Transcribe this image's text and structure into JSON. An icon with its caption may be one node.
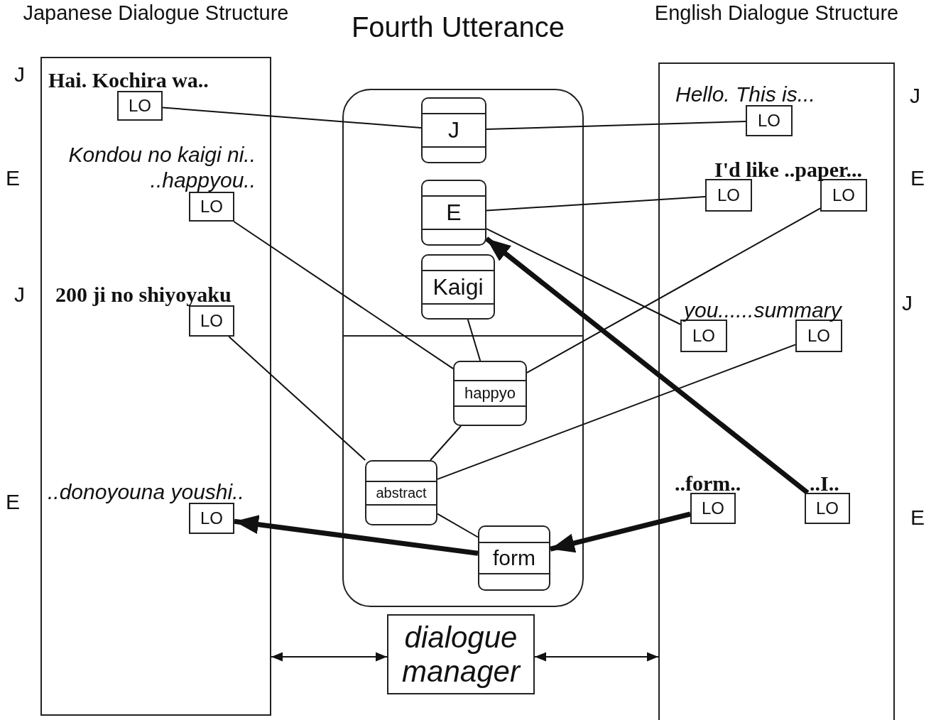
{
  "diagram": {
    "title": "Fourth Utterance",
    "nodes": [
      {
        "text": [
          "Japanese Dialogue Structure"
        ]
      },
      {
        "text": [
          "LO"
        ],
        "in": 0,
        "beside": [
          "Hai. Kochira wa.."
        ]
      },
      {
        "text": [
          "LO"
        ],
        "in": 0,
        "beside": [
          "Kondou no kaigi ni.. ..happyou.."
        ]
      },
      {
        "text": [
          "LO"
        ],
        "in": 0,
        "beside": [
          "200 ji no shiyoyaku"
        ]
      },
      {
        "text": [
          "LO"
        ],
        "in": 0,
        "beside": [
          "..donoyouna youshi.."
        ]
      },
      {
        "text": [],
        "shape": "box"
      },
      {
        "text": [
          "J"
        ],
        "in": 5
      },
      {
        "text": [
          "E"
        ],
        "in": 5
      },
      {
        "text": [
          "Kaigi"
        ],
        "in": 5
      },
      {
        "text": [
          "happyo"
        ],
        "in": 5
      },
      {
        "text": [
          "abstract"
        ],
        "in": 5
      },
      {
        "text": [
          "form"
        ],
        "in": 5
      },
      {
        "text": [
          "English Dialogue Structure"
        ]
      },
      {
        "text": [
          "LO"
        ],
        "in": 12,
        "beside": [
          "Hello. This is..."
        ]
      },
      {
        "text": [
          "LO"
        ],
        "in": 12
      },
      {
        "text": [
          "LO"
        ],
        "in": 12
      },
      {
        "text": [
          "LO"
        ],
        "in": 12
      },
      {
        "text": [
          "LO"
        ],
        "in": 12
      },
      {
        "text": [
          "LO"
        ],
        "in": 12,
        "beside": [
          "..form.."
        ]
      },
      {
        "text": [
          "LO"
        ],
        "in": 12,
        "beside": [
          "..I.."
        ]
      },
      {
        "text": [
          "dialogue manager"
        ]
      }
    ],
    "edges": [
      {
        "from": 1,
        "to": 6,
        "arrow": "none"
      },
      {
        "from": 6,
        "to": 13,
        "arrow": "none"
      },
      {
        "from": 7,
        "to": 14,
        "arrow": "none"
      },
      {
        "from": 7,
        "to": 16,
        "arrow": "none"
      },
      {
        "from": 2,
        "to": 9,
        "arrow": "none"
      },
      {
        "from": 15,
        "to": 9,
        "arrow": "none"
      },
      {
        "from": 8,
        "to": 9,
        "arrow": "none"
      },
      {
        "from": 9,
        "to": 10,
        "arrow": "none"
      },
      {
        "from": 3,
        "to": 10,
        "arrow": "none"
      },
      {
        "from": 17,
        "to": 10,
        "arrow": "none"
      },
      {
        "from": 10,
        "to": 11,
        "arrow": "none"
      },
      {
        "from": 11,
        "to": 4,
        "arrow": "to",
        "style": "thick"
      },
      {
        "from": 18,
        "to": 11,
        "arrow": "to",
        "style": "thick"
      },
      {
        "from": 19,
        "to": 7,
        "arrow": "to",
        "style": "thick"
      },
      {
        "from": 20,
        "to": 0,
        "arrow": "both"
      },
      {
        "from": 20,
        "to": 12,
        "arrow": "both"
      }
    ],
    "labels": [
      "J",
      "J",
      "E",
      "I'd like ..paper...",
      "E",
      "J",
      "you......summary",
      "J",
      "E",
      "E"
    ]
  }
}
